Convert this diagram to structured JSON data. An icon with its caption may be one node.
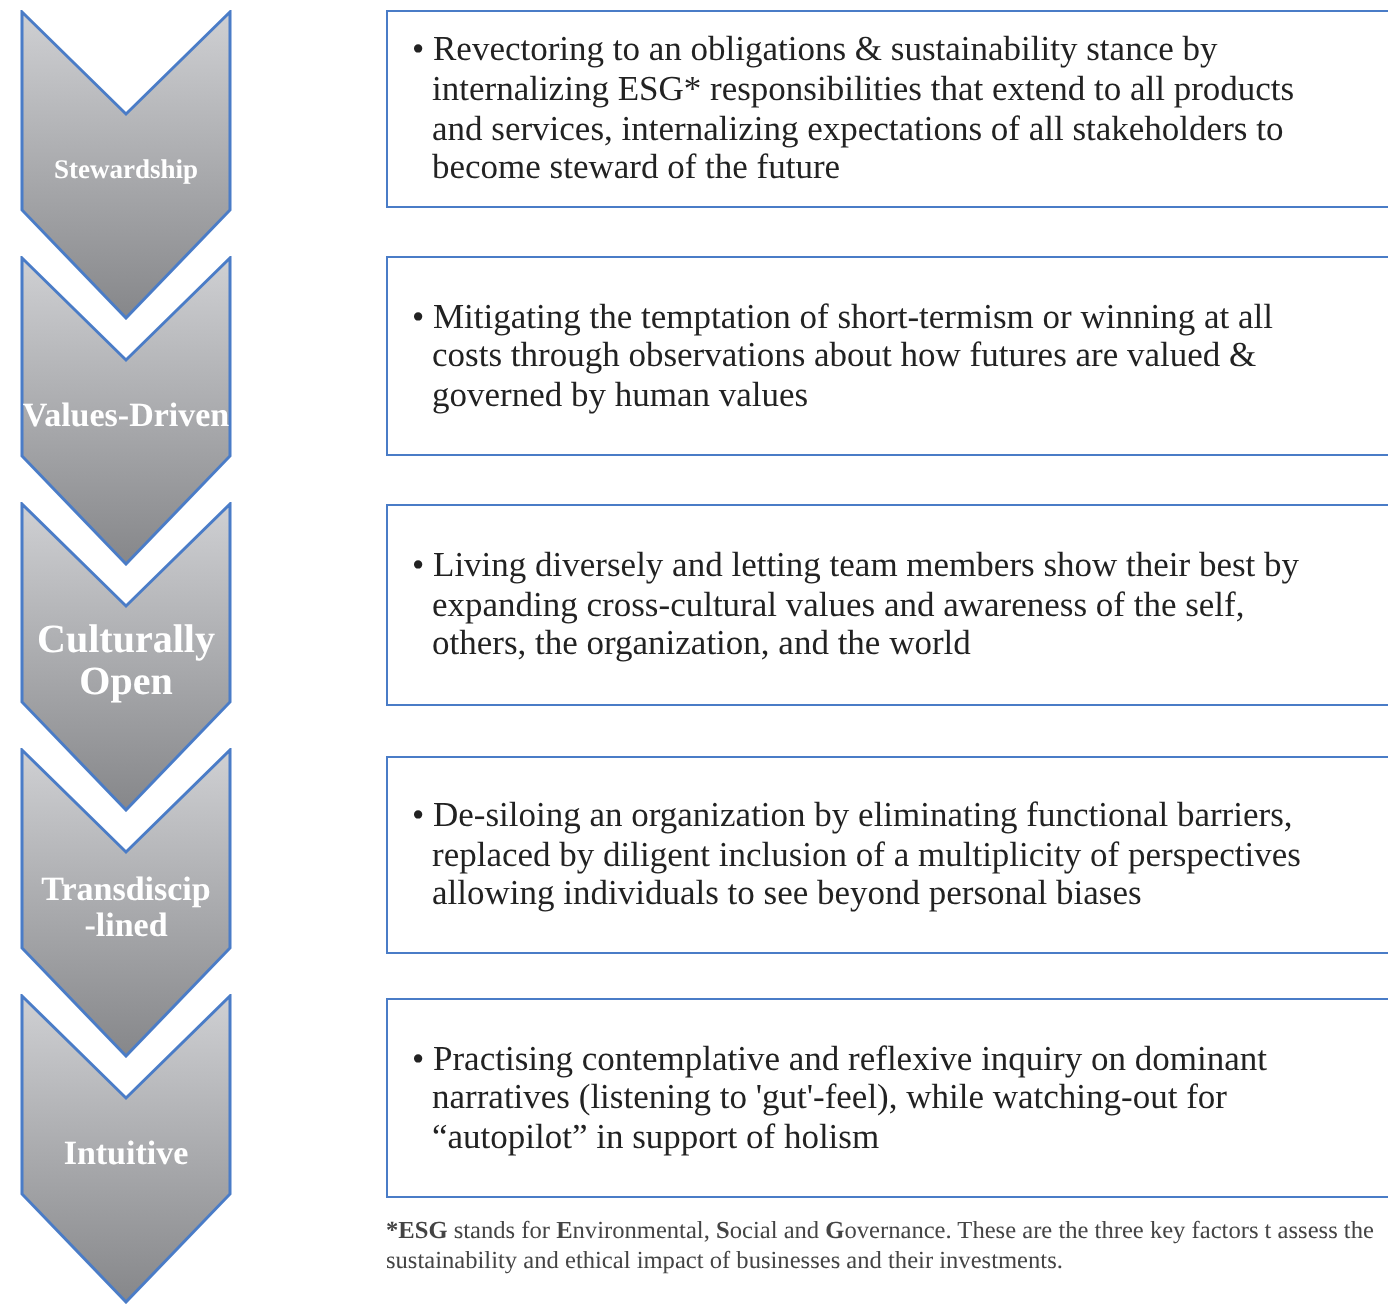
{
  "diagram": {
    "nodes": [
      {
        "text": [
          "Stewardship"
        ]
      },
      {
        "text": [
          "• Revectoring to an obligations & sustainability stance by internalizing ESG* responsibilities that extend to all products and services, internalizing expectations of all stakeholders to become steward of the future"
        ]
      },
      {
        "text": [
          "Values-Driven"
        ]
      },
      {
        "text": [
          "• Mitigating the temptation of short-termism or winning at all costs through observations about how futures are valued & governed by human values"
        ]
      },
      {
        "text": [
          "Culturally Open"
        ]
      },
      {
        "text": [
          "• Living diversely and letting team members show their best by expanding cross-cultural values and awareness of the self, others, the organization, and the world"
        ]
      },
      {
        "text": [
          "Transdiscip -lined"
        ]
      },
      {
        "text": [
          "• De-siloing an organization by eliminating functional barriers, replaced by diligent inclusion of a multiplicity of perspectives allowing individuals to see beyond personal biases"
        ]
      },
      {
        "text": [
          "Intuitive"
        ]
      },
      {
        "text": [
          "• Practising contemplative and reflexive inquiry on dominant narratives (listening to 'gut'-feel), while watching-out for “autopilot” in support of holism"
        ]
      }
    ],
    "labels": [
      "***ESG** stands for **E**nvironmental, **S**ocial and **G**overnance. These are the three key factors t assess the sustainability and ethical impact of businesses and their investments."
    ]
  }
}
